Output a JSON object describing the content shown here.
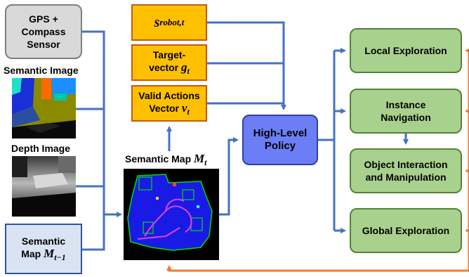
{
  "inputs": {
    "gps_label_line1": "GPS +",
    "gps_label_line2": "Compass",
    "gps_label_line3": "Sensor",
    "semantic_image_label": "Semantic Image",
    "depth_image_label": "Depth Image",
    "semantic_map_prev_line1": "Semantic",
    "semantic_map_prev_line2": "Map ",
    "semantic_map_prev_symbol": "M",
    "semantic_map_prev_sub": "t−1"
  },
  "state_vectors": {
    "srobot_symbol": "s",
    "srobot_sub": "robot,t",
    "target_line1": "Target-",
    "target_line2": "vector ",
    "target_symbol": "g",
    "target_sub": "t",
    "valid_line1": "Valid Actions",
    "valid_line2": "Vector ",
    "valid_symbol": "v",
    "valid_sub": "t"
  },
  "semantic_map_current": {
    "label": "Semantic Map ",
    "symbol": "M",
    "sub": "t"
  },
  "policy": {
    "line1": "High-Level",
    "line2": "Policy"
  },
  "subpolicies": {
    "local": "Local Exploration",
    "instance_line1": "Instance",
    "instance_line2": "Navigation",
    "object_line1": "Object Interaction",
    "object_line2": "and Manipulation",
    "global": "Global Exploration"
  },
  "colors": {
    "blue_arrow": "#4472c4",
    "orange_arrow": "#ed7d31",
    "policy_fill": "#6b7ef5",
    "vector_fill": "#ffc000",
    "subpolicy_fill": "#a9d18e"
  }
}
